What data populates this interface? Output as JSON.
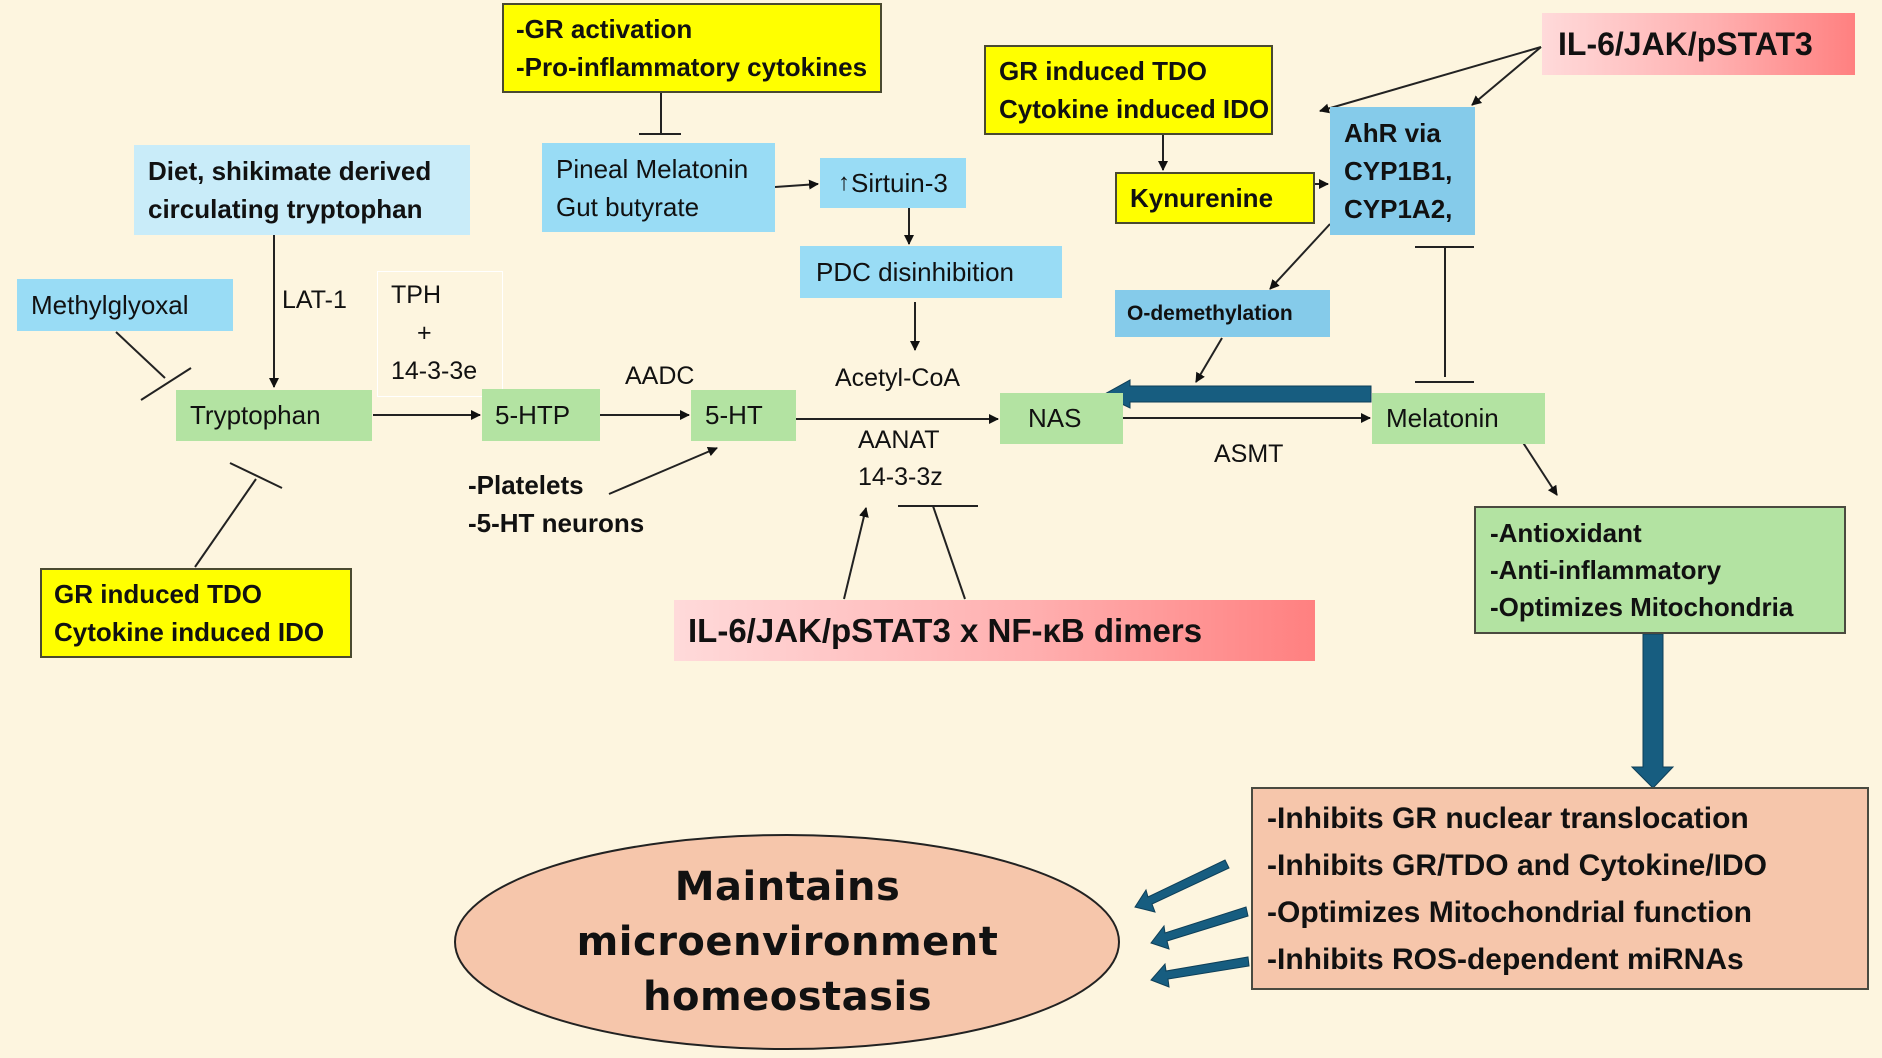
{
  "diagram": {
    "nodes": {
      "gr_activation": [
        "-GR activation",
        "-Pro-inflammatory cytokines"
      ],
      "il6_top": "IL-6/JAK/pSTAT3",
      "gr_tdo_top": [
        "GR induced TDO",
        "Cytokine induced IDO"
      ],
      "diet": [
        "Diet, shikimate derived",
        "circulating tryptophan"
      ],
      "pineal": [
        "Pineal Melatonin",
        "Gut butyrate"
      ],
      "sirtuin": "Sirtuin-3",
      "sirtuin_prefix": "↑",
      "pdc": "PDC disinhibition",
      "kynurenine": "Kynurenine",
      "ahr": [
        "AhR via",
        "CYP1B1,",
        "CYP1A2,"
      ],
      "methylglyoxal": "Methylglyoxal",
      "odemethylation": "O-demethylation",
      "tph": [
        "TPH",
        "+",
        "14-3-3e"
      ],
      "tryptophan": "Tryptophan",
      "htp": "5-HTP",
      "ht": "5-HT",
      "nas": "NAS",
      "melatonin": "Melatonin",
      "gr_tdo_bottom": [
        "GR induced TDO",
        "Cytokine induced IDO"
      ],
      "platelets": [
        "-Platelets",
        "-5-HT neurons"
      ],
      "il6_nfkb": "IL-6/JAK/pSTAT3 x NF-κB dimers",
      "effects": [
        "-Antioxidant",
        "-Anti-inflammatory",
        "-Optimizes Mitochondria"
      ],
      "outcomes": [
        "-Inhibits GR nuclear translocation",
        "-Inhibits GR/TDO and Cytokine/IDO",
        "-Optimizes Mitochondrial function",
        "-Inhibits ROS-dependent miRNAs"
      ],
      "homeostasis": [
        "Maintains",
        "microenvironment",
        "homeostasis"
      ]
    },
    "edge_labels": {
      "lat1": "LAT-1",
      "aadc": "AADC",
      "acetyl_coa": "Acetyl-CoA",
      "aanat": [
        "AANAT",
        "14-3-3z"
      ],
      "asmt": "ASMT"
    },
    "colors": {
      "background": "#fdf5df",
      "yellow": "#ffff00",
      "light_blue": "#c9ecf9",
      "blue": "#99dcf5",
      "mid_blue": "#85cbea",
      "green": "#b3e3a2",
      "peach": "#f6c6ab",
      "block_arrow": "#175d80",
      "pink_start": "#ffdada",
      "pink_end": "#ff8080"
    }
  }
}
